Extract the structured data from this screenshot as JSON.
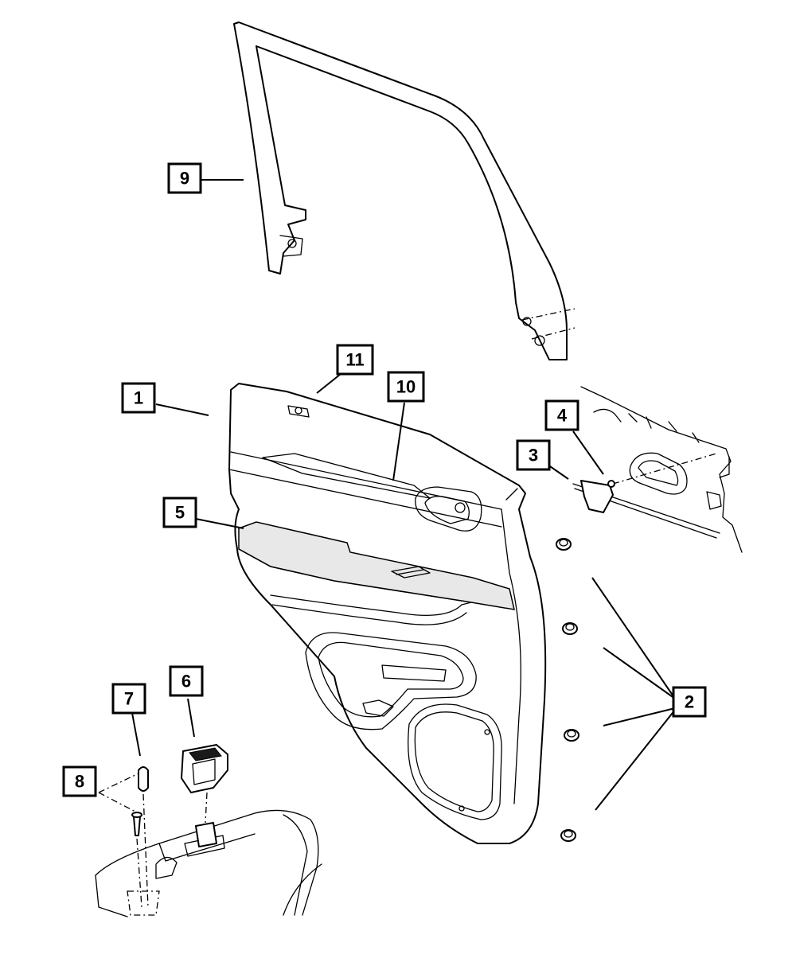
{
  "callouts": [
    {
      "id": "c1",
      "label": "1"
    },
    {
      "id": "c2",
      "label": "2"
    },
    {
      "id": "c3",
      "label": "3"
    },
    {
      "id": "c4",
      "label": "4"
    },
    {
      "id": "c5",
      "label": "5"
    },
    {
      "id": "c6",
      "label": "6"
    },
    {
      "id": "c7",
      "label": "7"
    },
    {
      "id": "c8",
      "label": "8"
    },
    {
      "id": "c9",
      "label": "9"
    },
    {
      "id": "c10",
      "label": "10"
    },
    {
      "id": "c11",
      "label": "11"
    }
  ],
  "colors": {
    "line": "#000000",
    "background": "#ffffff",
    "shading": "#e8e8e8"
  }
}
